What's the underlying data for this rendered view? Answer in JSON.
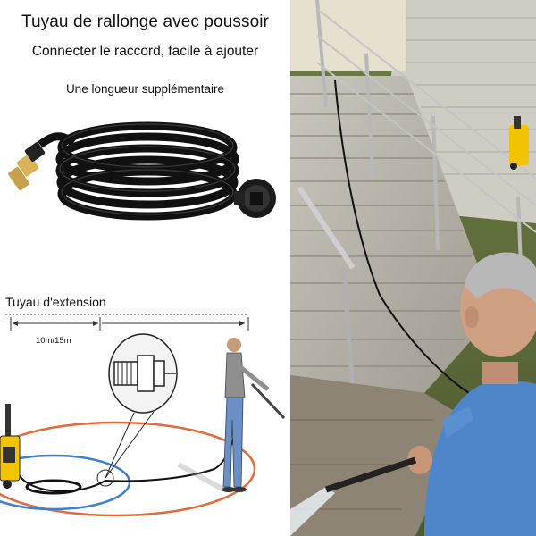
{
  "header": {
    "title": "Tuyau de rallonge avec poussoir",
    "subtitle": "Connecter le raccord, facile à ajouter",
    "tagline": "Une longueur supplémentaire"
  },
  "diagram": {
    "label": "Tuyau d'extension",
    "length_label": "10m/15m"
  },
  "colors": {
    "ring_orange": "#e46a3a",
    "ring_blue": "#3d7fd0",
    "washer_yellow": "#f2c300",
    "shirt_blue": "#4f86c9"
  },
  "icons": [
    "hose-coil-icon",
    "brass-connector-icon",
    "pressure-washer-icon",
    "worker-figure-icon",
    "magnifier-icon"
  ]
}
